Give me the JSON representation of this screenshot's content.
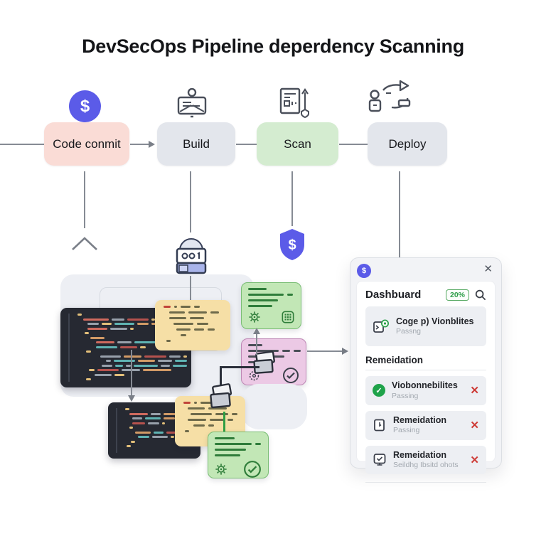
{
  "title": "DevSecOps Pipeline deperdency Scanning",
  "pipeline": {
    "stages": [
      {
        "id": "commit",
        "label": "Code conmit"
      },
      {
        "id": "build",
        "label": "Build"
      },
      {
        "id": "scan",
        "label": "Scan"
      },
      {
        "id": "deploy",
        "label": "Deploy"
      }
    ]
  },
  "icons": {
    "dollar": "$",
    "close": "✕",
    "check": "✓",
    "fail_x": "✕"
  },
  "dashboard": {
    "title": "Dashbuard",
    "coverage_badge": "20%",
    "summary_card": {
      "title": "Coge p) Vionblites",
      "subtitle": "Passng"
    },
    "section_label": "Remeidation",
    "rows": [
      {
        "title": "Viobonnebilites",
        "subtitle": "Passing"
      },
      {
        "title": "Remeidation",
        "subtitle": "Passing"
      },
      {
        "title": "Remeidation",
        "subtitle": "Seildhg Ibsitd ohots"
      }
    ]
  },
  "colors": {
    "stage_commit_bg": "#fadcd6",
    "stage_build_bg": "#e3e6ec",
    "stage_scan_bg": "#d4ecd0",
    "stage_deploy_bg": "#e3e6ec",
    "accent_indigo": "#5b5be8",
    "green_card_bg": "#c2e7b6",
    "green_card_border": "#79bd74",
    "yellow_card_bg": "#f6dfa6",
    "pink_card_bg": "#ecc9e5",
    "pink_card_border": "#bd86b4",
    "fail_red": "#ce3b36",
    "pass_green": "#1fa34a",
    "connector": "#868b94",
    "code_panel_bg": "#262932"
  },
  "decor": {
    "code_colors": [
      "#cf6a5e",
      "#d19a66",
      "#e2bf7a",
      "#5fb3b3",
      "#98a0ab",
      "#b5524e",
      "#9bc37d"
    ],
    "card_colors": {
      "yellow": "#6e6a4a",
      "green": "#2f7d3a",
      "pink": "#4a4e57",
      "red": "#c0443a"
    },
    "panel1": [
      [
        4,
        [
          [
            6,
            2
          ]
        ]
      ],
      [
        12,
        [
          [
            36,
            0
          ],
          [
            18,
            4
          ],
          [
            30,
            5
          ],
          [
            5,
            2
          ]
        ]
      ],
      [
        18,
        [
          [
            16,
            4
          ],
          [
            14,
            2
          ],
          [
            28,
            3
          ],
          [
            16,
            1
          ],
          [
            30,
            1
          ],
          [
            5,
            2
          ]
        ]
      ],
      [
        18,
        [
          [
            28,
            0
          ],
          [
            24,
            4
          ],
          [
            5,
            2
          ]
        ]
      ],
      [
        14,
        [
          [
            6,
            2
          ]
        ]
      ],
      [
        22,
        [
          [
            20,
            1
          ]
        ]
      ],
      [
        30,
        [
          [
            26,
            0
          ],
          [
            20,
            4
          ],
          [
            32,
            3
          ],
          [
            5,
            2
          ]
        ]
      ],
      [
        30,
        [
          [
            30,
            3
          ],
          [
            24,
            5
          ],
          [
            8,
            2
          ]
        ]
      ],
      [
        16,
        [
          [
            7,
            2
          ]
        ]
      ],
      [
        36,
        [
          [
            36,
            4
          ],
          [
            30,
            1
          ],
          [
            38,
            5
          ],
          [
            20,
            4
          ],
          [
            6,
            2
          ]
        ]
      ],
      [
        44,
        [
          [
            8,
            4
          ],
          [
            34,
            3
          ],
          [
            28,
            1
          ],
          [
            22,
            4
          ],
          [
            20,
            3
          ]
        ]
      ],
      [
        38,
        [
          [
            16,
            4
          ],
          [
            12,
            3
          ],
          [
            8,
            4
          ],
          [
            36,
            3
          ],
          [
            14,
            4
          ],
          [
            22,
            3
          ]
        ]
      ],
      [
        20,
        [
          [
            8,
            2
          ],
          [
            30,
            5
          ],
          [
            26,
            4
          ],
          [
            40,
            1
          ]
        ]
      ],
      [
        28,
        [
          [
            24,
            4
          ],
          [
            14,
            2
          ]
        ]
      ],
      [
        16,
        [
          [
            7,
            2
          ]
        ]
      ]
    ],
    "panel2": [
      [
        4,
        [
          [
            6,
            2
          ]
        ]
      ],
      [
        10,
        [
          [
            26,
            0
          ],
          [
            14,
            4
          ],
          [
            20,
            1
          ],
          [
            4,
            2
          ]
        ]
      ],
      [
        14,
        [
          [
            14,
            4
          ],
          [
            22,
            3
          ],
          [
            16,
            1
          ],
          [
            12,
            4
          ]
        ]
      ],
      [
        14,
        [
          [
            18,
            5
          ],
          [
            16,
            4
          ],
          [
            4,
            2
          ]
        ]
      ],
      [
        10,
        [
          [
            5,
            2
          ]
        ]
      ],
      [
        18,
        [
          [
            22,
            1
          ],
          [
            14,
            3
          ],
          [
            18,
            5
          ],
          [
            4,
            2
          ]
        ]
      ],
      [
        22,
        [
          [
            16,
            3
          ],
          [
            22,
            4
          ],
          [
            5,
            2
          ]
        ]
      ],
      [
        12,
        [
          [
            6,
            2
          ]
        ]
      ],
      [
        6,
        [
          [
            6,
            2
          ]
        ]
      ]
    ],
    "yellow1": [
      [
        4,
        -10,
        4,
        14,
        8
      ],
      [
        12,
        22,
        26,
        12
      ],
      [
        12,
        24,
        20
      ],
      [
        18,
        28,
        16
      ],
      [
        22,
        20,
        14,
        10
      ],
      [
        28,
        8
      ],
      [
        8,
        6
      ]
    ],
    "green1": [
      [
        2,
        26
      ],
      [
        2,
        50,
        8
      ],
      [
        2,
        42
      ],
      [
        2,
        34
      ]
    ],
    "pink": [
      [
        2,
        20
      ],
      [
        2,
        44,
        12,
        10
      ],
      [
        2,
        28,
        18
      ],
      [
        2,
        22
      ]
    ],
    "yellow2": [
      [
        4,
        -10,
        4,
        18,
        8
      ],
      [
        10,
        24,
        26
      ],
      [
        14,
        30,
        18,
        8
      ],
      [
        10,
        26,
        20,
        8
      ],
      [
        18,
        16,
        8
      ],
      [
        6,
        6
      ]
    ],
    "green2": [
      [
        2,
        28
      ],
      [
        2,
        52,
        8
      ],
      [
        2,
        44
      ],
      [
        2,
        36
      ]
    ]
  }
}
